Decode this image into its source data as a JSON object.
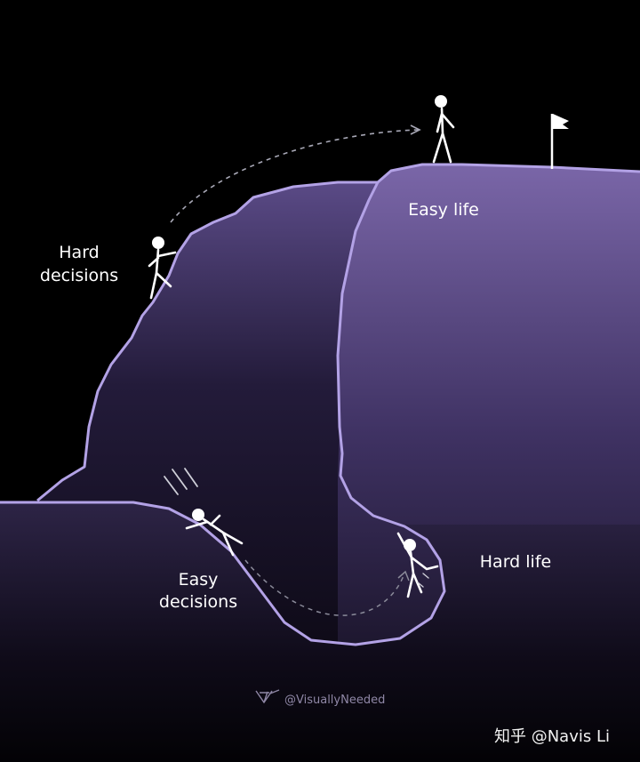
{
  "labels": {
    "hard_decisions_line1": "Hard",
    "hard_decisions_line2": "decisions",
    "easy_life": "Easy life",
    "easy_decisions_line1": "Easy",
    "easy_decisions_line2": "decisions",
    "hard_life": "Hard life"
  },
  "credits": {
    "watermark": "@VisuallyNeeded",
    "site_mark": "知乎 @Navis Li"
  },
  "colors": {
    "background": "#000000",
    "ridge_line": "#b3a2e6",
    "hill_top": "#7a66a8",
    "hill_bottom": "#0b0812",
    "figure": "#ffffff"
  }
}
